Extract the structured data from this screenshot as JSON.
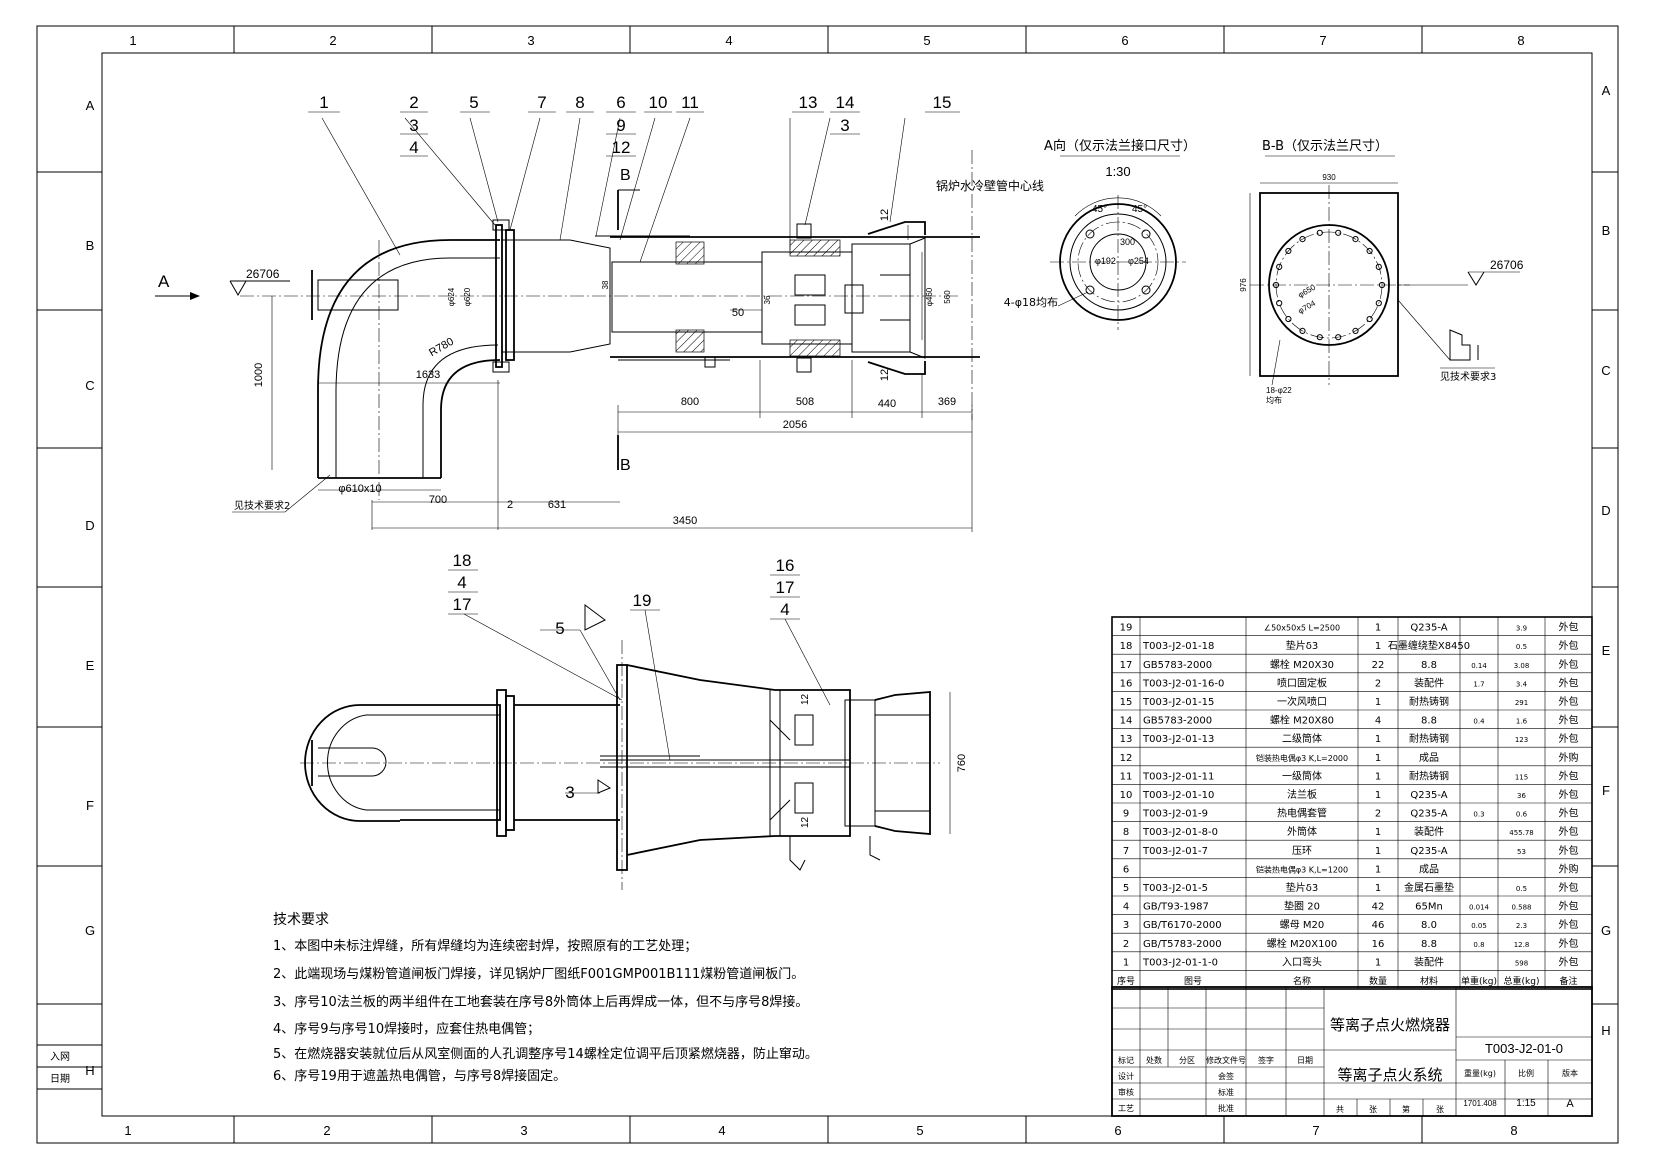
{
  "frame": {
    "cols": [
      "1",
      "2",
      "3",
      "4",
      "5",
      "6",
      "7",
      "8"
    ],
    "rows": [
      "A",
      "B",
      "C",
      "D",
      "E",
      "F",
      "G",
      "H"
    ]
  },
  "left_stamp": {
    "row1": "入网",
    "row2": "日期"
  },
  "main_view": {
    "view_a_label": "A",
    "section_label": "B",
    "balloons": [
      "1",
      "2",
      "3",
      "4",
      "5",
      "7",
      "8",
      "6",
      "9",
      "12",
      "10",
      "11",
      "13",
      "14",
      "3",
      "15"
    ],
    "weld_note": "26706",
    "boiler_label": "锅炉水冷壁管中心线",
    "dims": {
      "d1000": "1000",
      "d1633": "1633",
      "d_R780": "R780",
      "d_phi610": "φ610x10",
      "d700": "700",
      "d2": "2",
      "d631": "631",
      "d3450": "3450",
      "d800": "800",
      "d508": "508",
      "d440": "440",
      "d369": "369",
      "d2056": "2056",
      "d50": "50",
      "d12a": "12",
      "d12b": "12",
      "d_phi460": "φ460",
      "d560": "560",
      "d_phi624": "φ624",
      "d_phi620": "φ620",
      "d38": "38",
      "d36": "36"
    },
    "note_tech2": "见技术要求2"
  },
  "view_a": {
    "title": "A向（仅示法兰接口尺寸）",
    "scale": "1:30",
    "angle1": "45°",
    "angle2": "45°",
    "d1": "φ192",
    "d2": "φ254",
    "d3": "300",
    "holes": "4-φ18均布"
  },
  "view_bb": {
    "title": "B-B（仅示法兰尺寸）",
    "w": "930",
    "h": "976",
    "d1": "φ650",
    "d2": "φ704",
    "holes": "18-φ22",
    "holes2": "均布",
    "weld": "26706",
    "note": "见技术要求3"
  },
  "lower_view": {
    "balloons_left": [
      "18",
      "4",
      "17"
    ],
    "balloons_right": [
      "16",
      "17",
      "4"
    ],
    "b5": "5",
    "b19": "19",
    "b3": "3",
    "d760": "760",
    "d12a": "12",
    "d12b": "12"
  },
  "tech": {
    "title": "技术要求",
    "items": [
      "1、本图中未标注焊缝，所有焊缝均为连续密封焊，按照原有的工艺处理；",
      "2、此端现场与煤粉管道闸板门焊接，详见锅炉厂图纸F001GMP001B111煤粉管道闸板门。",
      "3、序号10法兰板的两半组件在工地套装在序号8外筒体上后再焊成一体，但不与序号8焊接。",
      "4、序号9与序号10焊接时，应套住热电偶管；",
      "5、在燃烧器安装就位后从风室侧面的人孔调整序号14螺栓定位调平后顶紧燃烧器，防止窜动。",
      "6、序号19用于遮盖热电偶管，与序号8焊接固定。"
    ]
  },
  "bom": {
    "header": [
      "序号",
      "图号",
      "名称",
      "数量",
      "材料",
      "单重(kg)",
      "总重(kg)",
      "备注"
    ],
    "rows": [
      [
        "19",
        "",
        "∠50x50x5 L=2500",
        "1",
        "Q235-A",
        "",
        "3.9",
        "外包"
      ],
      [
        "18",
        "T003-J2-01-18",
        "垫片δ3",
        "1",
        "石墨缠绕垫X8450",
        "",
        "0.5",
        "外包"
      ],
      [
        "17",
        "GB5783-2000",
        "螺栓 M20X30",
        "22",
        "8.8",
        "0.14",
        "3.08",
        "外包"
      ],
      [
        "16",
        "T003-J2-01-16-0",
        "喷口固定板",
        "2",
        "装配件",
        "1.7",
        "3.4",
        "外包"
      ],
      [
        "15",
        "T003-J2-01-15",
        "一次风喷口",
        "1",
        "耐热铸钢",
        "",
        "291",
        "外包"
      ],
      [
        "14",
        "GB5783-2000",
        "螺栓 M20X80",
        "4",
        "8.8",
        "0.4",
        "1.6",
        "外包"
      ],
      [
        "13",
        "T003-J2-01-13",
        "二级筒体",
        "1",
        "耐热铸钢",
        "",
        "123",
        "外包"
      ],
      [
        "12",
        "",
        "铠装热电偶φ3  K,L=2000",
        "1",
        "成品",
        "",
        "",
        "外购"
      ],
      [
        "11",
        "T003-J2-01-11",
        "一级筒体",
        "1",
        "耐热铸钢",
        "",
        "115",
        "外包"
      ],
      [
        "10",
        "T003-J2-01-10",
        "法兰板",
        "1",
        "Q235-A",
        "",
        "36",
        "外包"
      ],
      [
        "9",
        "T003-J2-01-9",
        "热电偶套管",
        "2",
        "Q235-A",
        "0.3",
        "0.6",
        "外包"
      ],
      [
        "8",
        "T003-J2-01-8-0",
        "外筒体",
        "1",
        "装配件",
        "",
        "455.78",
        "外包"
      ],
      [
        "7",
        "T003-J2-01-7",
        "压环",
        "1",
        "Q235-A",
        "",
        "53",
        "外包"
      ],
      [
        "6",
        "",
        "铠装热电偶φ3  K,L=1200",
        "1",
        "成品",
        "",
        "",
        "外购"
      ],
      [
        "5",
        "T003-J2-01-5",
        "垫片δ3",
        "1",
        "金属石墨垫",
        "",
        "0.5",
        "外包"
      ],
      [
        "4",
        "GB/T93-1987",
        "垫圈 20",
        "42",
        "65Mn",
        "0.014",
        "0.588",
        "外包"
      ],
      [
        "3",
        "GB/T6170-2000",
        "螺母 M20",
        "46",
        "8.0",
        "0.05",
        "2.3",
        "外包"
      ],
      [
        "2",
        "GB/T5783-2000",
        "螺栓 M20X100",
        "16",
        "8.8",
        "0.8",
        "12.8",
        "外包"
      ],
      [
        "1",
        "T003-J2-01-1-0",
        "入口弯头",
        "1",
        "装配件",
        "",
        "598",
        "外包"
      ]
    ]
  },
  "title_block": {
    "name1": "等离子点火燃烧器",
    "name2": "等离子点火系统",
    "drawing_no": "T003-J2-01-0",
    "rev_head": [
      "标记",
      "处数",
      "分区",
      "修改文件号",
      "签字",
      "日期"
    ],
    "roles_left": [
      "设计",
      "审核",
      "工艺"
    ],
    "roles_mid": [
      "会签",
      "标准",
      "批准"
    ],
    "sheet_cells": [
      "共",
      "张",
      "第",
      "张"
    ],
    "weight_label": "重量(kg)",
    "scale_label": "比例",
    "version_label": "版本",
    "weight": "1701.408",
    "scale": "1:15",
    "version": "A"
  }
}
